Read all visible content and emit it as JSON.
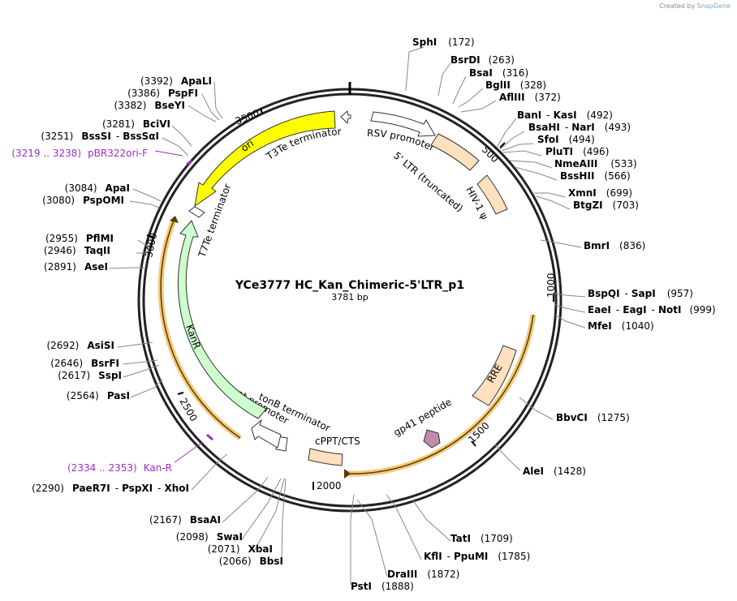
{
  "credit": {
    "prefix": "Created by",
    "brand": "SnapGene"
  },
  "plasmid": {
    "name": "YCe3777 HC_Kan_Chimeric-5'LTR_p1",
    "size_label": "3781 bp",
    "length": 3781
  },
  "colors": {
    "ori": "#ffff00",
    "kanr": "#ccffcc",
    "ltr": "#ffe0bf",
    "peptide": "#c48aa9",
    "primer": "#a32cc4",
    "highlight": "#f5c97a",
    "outline": "#222222"
  },
  "ticks": [
    "500",
    "1000",
    "1500",
    "2000",
    "2500",
    "3000",
    "3500"
  ],
  "enzymes": [
    {
      "name": "SphI",
      "pos": "(172)"
    },
    {
      "name": "BsrDI",
      "pos": "(263)"
    },
    {
      "name": "BsaI",
      "pos": "(316)"
    },
    {
      "name": "BglII",
      "pos": "(328)"
    },
    {
      "name": "AflIII",
      "pos": "(372)"
    },
    {
      "name": "BanI",
      "name2": "KasI",
      "pos": "(492)"
    },
    {
      "name": "BsaHI",
      "name2": "NarI",
      "pos": "(493)"
    },
    {
      "name": "SfoI",
      "pos": "(494)"
    },
    {
      "name": "PluTI",
      "pos": "(496)"
    },
    {
      "name": "NmeAIII",
      "pos": "(533)"
    },
    {
      "name": "BssHII",
      "pos": "(566)"
    },
    {
      "name": "XmnI",
      "pos": "(699)"
    },
    {
      "name": "BtgZI",
      "pos": "(703)"
    },
    {
      "name": "BmrI",
      "pos": "(836)"
    },
    {
      "name": "BspQI",
      "name2": "SapI",
      "pos": "(957)"
    },
    {
      "name": "EaeI",
      "name2": "EagI",
      "name3": "NotI",
      "pos": "(999)"
    },
    {
      "name": "MfeI",
      "pos": "(1040)"
    },
    {
      "name": "BbvCI",
      "pos": "(1275)"
    },
    {
      "name": "AleI",
      "pos": "(1428)"
    },
    {
      "name": "TatI",
      "pos": "(1709)"
    },
    {
      "name": "KflI",
      "name2": "PpuMI",
      "pos": "(1785)"
    },
    {
      "name": "DraIII",
      "pos": "(1872)"
    },
    {
      "name": "PstI",
      "pos": "(1888)"
    },
    {
      "name": "BbsI",
      "pos": "(2066)"
    },
    {
      "name": "XbaI",
      "pos": "(2071)"
    },
    {
      "name": "SwaI",
      "pos": "(2098)"
    },
    {
      "name": "BsaAI",
      "pos": "(2167)"
    },
    {
      "name": "PaeR7I",
      "name2": "PspXI",
      "name3": "XhoI",
      "pos": "(2290)"
    },
    {
      "name": "PasI",
      "pos": "(2564)"
    },
    {
      "name": "SspI",
      "pos": "(2617)"
    },
    {
      "name": "BsrFI",
      "pos": "(2646)"
    },
    {
      "name": "AsiSI",
      "pos": "(2692)"
    },
    {
      "name": "AseI",
      "pos": "(2891)"
    },
    {
      "name": "TaqII",
      "pos": "(2946)"
    },
    {
      "name": "PflMI",
      "pos": "(2955)"
    },
    {
      "name": "PspOMI",
      "pos": "(3080)"
    },
    {
      "name": "ApaI",
      "pos": "(3084)"
    },
    {
      "name": "BssSI",
      "name2": "BssSαI",
      "pos": "(3251)"
    },
    {
      "name": "BciVI",
      "pos": "(3281)"
    },
    {
      "name": "BseYI",
      "pos": "(3382)"
    },
    {
      "name": "PspFI",
      "pos": "(3386)"
    },
    {
      "name": "ApaLI",
      "pos": "(3392)"
    }
  ],
  "primers": [
    {
      "range": "(3219 .. 3238)",
      "name": "pBR322ori-F"
    },
    {
      "range": "(2334 .. 2353)",
      "name": "Kan-R"
    }
  ],
  "features": {
    "ori": "ori",
    "t3te": "T3Te terminator",
    "t7te": "T7Te terminator",
    "rsv": "RSV promoter",
    "ltr": "5' LTR (truncated)",
    "hiv": "HIV-1 ψ",
    "rre": "RRE",
    "gp41": "gp41 peptide",
    "cppt": "cPPT/CTS",
    "tonb": "tonB terminator",
    "cat": "cat promoter",
    "kanr": "KanR"
  }
}
